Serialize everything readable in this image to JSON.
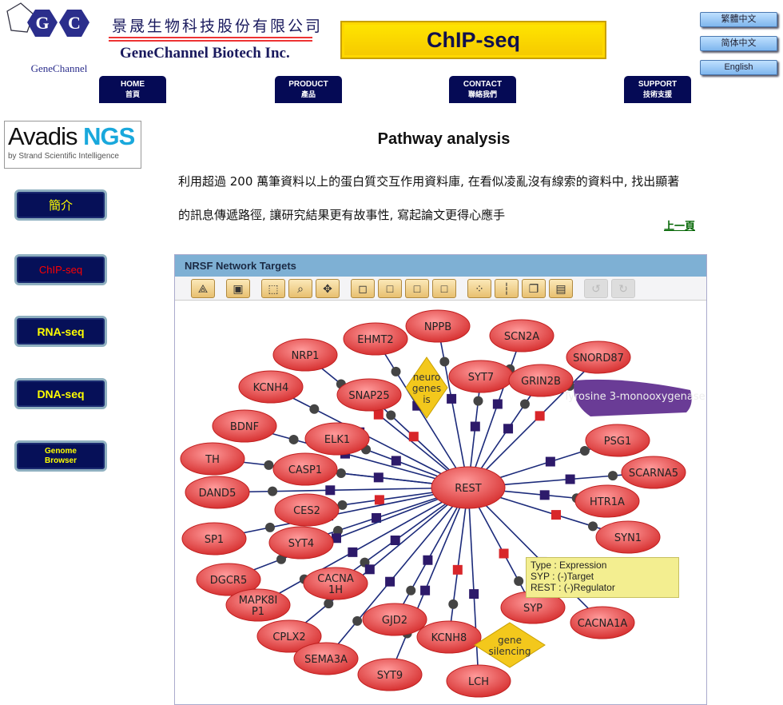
{
  "header": {
    "logo_text": "GeneChannel",
    "logo_letters": [
      "G",
      "C"
    ],
    "company_cn": "景晟生物科技股份有限公司",
    "company_en": "GeneChannel Biotech Inc.",
    "banner": "ChIP-seq",
    "languages": [
      "繁體中文",
      "简体中文",
      "English"
    ],
    "nav": [
      {
        "label": "HOME",
        "sub": "首頁"
      },
      {
        "label": "PRODUCT",
        "sub": "產品"
      },
      {
        "label": "CONTACT",
        "sub": "聯絡我們"
      },
      {
        "label": "SUPPORT",
        "sub": "技術支援"
      }
    ]
  },
  "sidebar": {
    "partner_logo": {
      "name": "Avadis",
      "accent": "NGS",
      "tagline": "by Strand Scientific Intelligence"
    },
    "items": [
      {
        "label": "簡介",
        "color": "#ffff00"
      },
      {
        "label": "ChIP-seq",
        "color": "#ff0000"
      },
      {
        "label": "RNA-seq",
        "color": "#ffff00"
      },
      {
        "label": "DNA-seq",
        "color": "#ffff00"
      },
      {
        "label": "Genome Browser",
        "color": "#ffff00"
      }
    ]
  },
  "main": {
    "title": "Pathway analysis",
    "paragraph_lines": [
      "利用超過 200 萬筆資料以上的蛋白質交互作用資料庫, 在看似凌亂沒有線索的資料中, 找出顯著",
      "的訊息傳遞路徑, 讓研究結果更有故事性, 寫起論文更得心應手"
    ],
    "back_link": "上一頁"
  },
  "network": {
    "panel_title": "NRSF Network Targets",
    "toolbar_icons": [
      "layout-icon",
      "save-icon",
      "select-icon",
      "zoom-icon",
      "pan-icon",
      "fit-icon",
      "select-box-icon",
      "add-selection-icon",
      "remove-selection-icon",
      "select-nodes-icon",
      "select-edges-icon",
      "copy-icon",
      "paste-icon",
      "undo-icon",
      "redo-icon"
    ],
    "center": "REST",
    "nodes": [
      "NRP1",
      "EHMT2",
      "NPPB",
      "SCN2A",
      "SNORD87",
      "SYT7",
      "GRIN2B",
      "KCNH4",
      "SNAP25",
      "BDNF",
      "ELK1",
      "PSG1",
      "TH",
      "CASP1",
      "SCARNA5",
      "DAND5",
      "CES2",
      "HTR1A",
      "SP1",
      "SYT4",
      "SYN1",
      "DGCR5",
      "CACNA 1H",
      "MAPK8I P1",
      "SYP",
      "CACNA1A",
      "CPLX2",
      "GJD2",
      "KCNH8",
      "SEMA3A",
      "SYT9",
      "LCH"
    ],
    "processes": [
      "neuro genes is",
      "gene silencing"
    ],
    "small_molecule": "Tyrosine 3-monooxygenase",
    "tooltip": [
      "Type : Expression",
      "SYP : (-)Target",
      "REST : (-)Regulator"
    ]
  }
}
